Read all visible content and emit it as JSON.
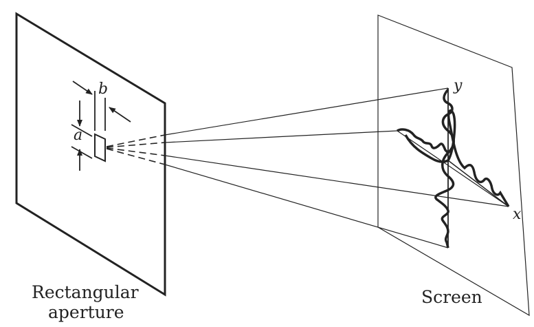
{
  "labels": {
    "aperture_line1": "Rectangular",
    "aperture_line2": "aperture",
    "screen": "Screen",
    "dim_a": "a",
    "dim_b": "b",
    "axis_x": "x",
    "axis_y": "y"
  }
}
